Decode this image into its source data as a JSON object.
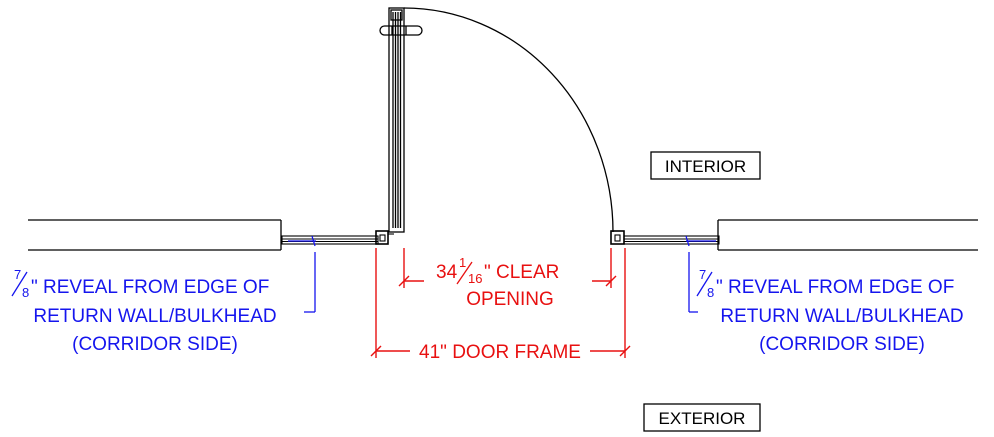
{
  "labels": {
    "interior": "INTERIOR",
    "exterior": "EXTERIOR"
  },
  "dimensions": {
    "clear_opening": {
      "whole": "34",
      "num": "1",
      "den": "16",
      "unit_text": "\" CLEAR",
      "line2": "OPENING"
    },
    "door_frame": "41\" DOOR FRAME"
  },
  "reveal_left": {
    "num": "7",
    "den": "8",
    "line1": "\" REVEAL FROM EDGE OF",
    "line2": "RETURN WALL/BULKHEAD",
    "line3": "(CORRIDOR SIDE)"
  },
  "reveal_right": {
    "num": "7",
    "den": "8",
    "line1": "\" REVEAL FROM EDGE OF",
    "line2": "RETURN WALL/BULKHEAD",
    "line3": "(CORRIDOR SIDE)"
  },
  "colors": {
    "annotation_blue": "#1515ee",
    "dimension_red": "#e81010",
    "linework": "#000000"
  }
}
